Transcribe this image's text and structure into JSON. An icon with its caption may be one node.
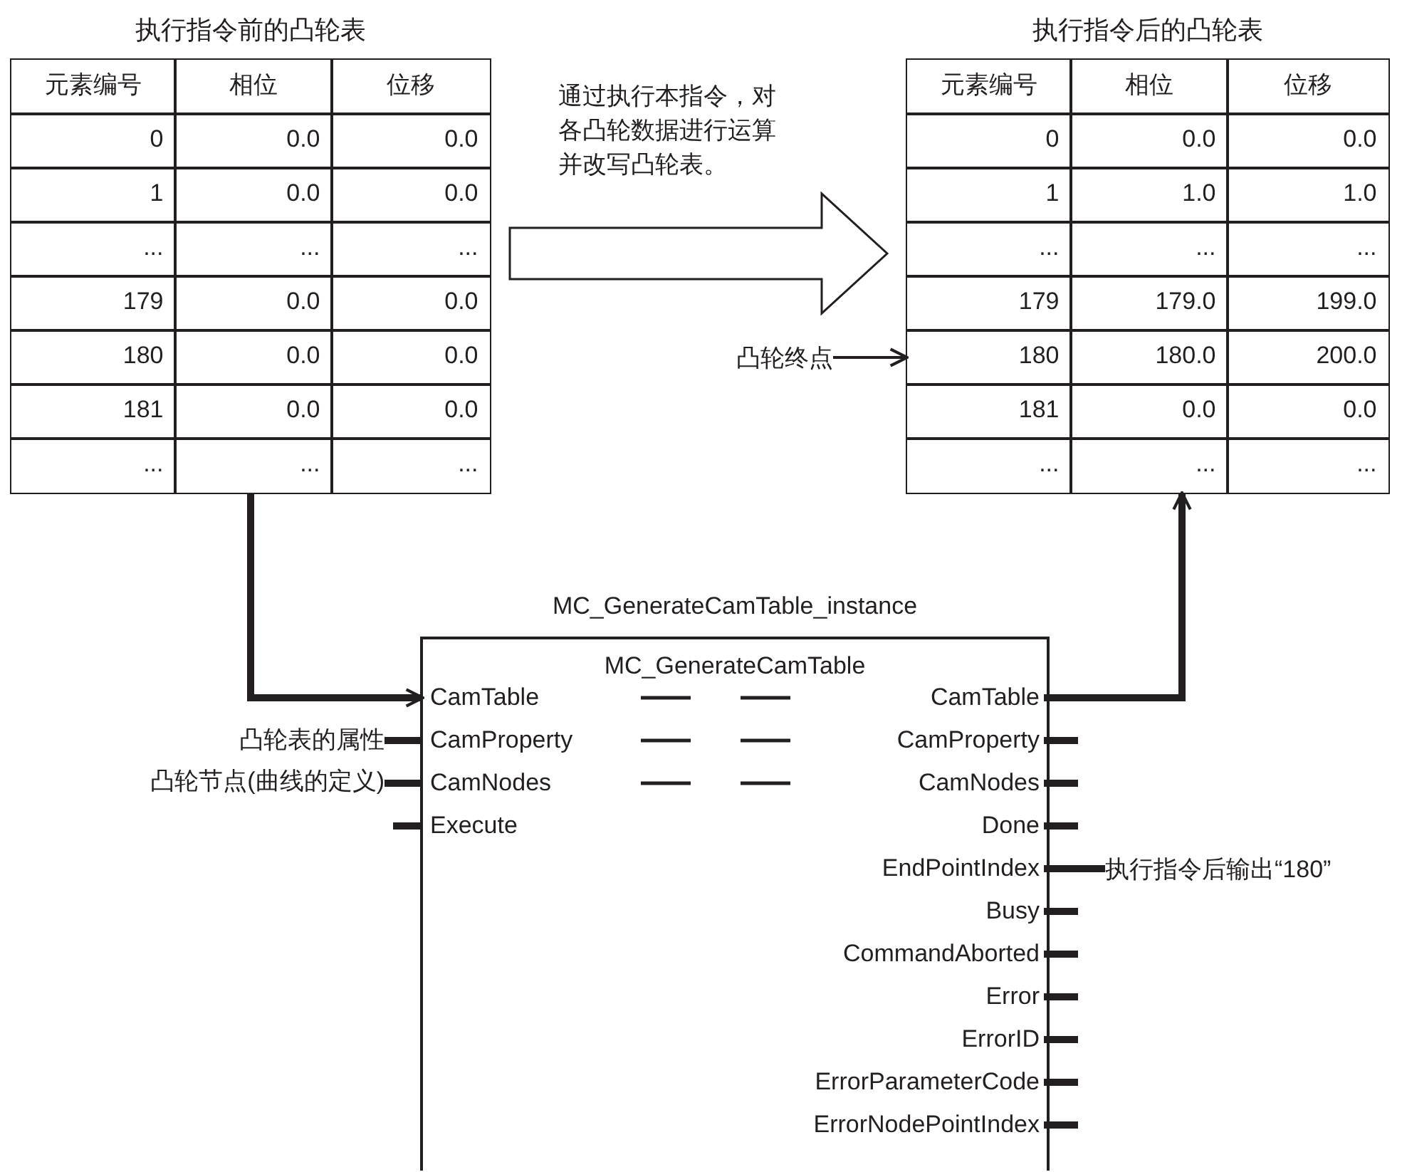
{
  "diagram": {
    "nodes": [
      {
        "text": [
          "执行指令前的凸轮表",
          "元素编号",
          "相位",
          "位移",
          "0",
          "0.0",
          "0.0",
          "1",
          "0.0",
          "0.0",
          "...",
          "...",
          "...",
          "179",
          "0.0",
          "0.0",
          "180",
          "0.0",
          "0.0",
          "181",
          "0.0",
          "0.0",
          "...",
          "...",
          "..."
        ]
      },
      {
        "text": [
          "执行指令后的凸轮表",
          "元素编号",
          "相位",
          "位移",
          "0",
          "0.0",
          "0.0",
          "1",
          "1.0",
          "1.0",
          "...",
          "...",
          "...",
          "179",
          "179.0",
          "199.0",
          "180",
          "180.0",
          "200.0",
          "181",
          "0.0",
          "0.0",
          "...",
          "...",
          "..."
        ]
      },
      {
        "text": [
          "凸轮终点"
        ]
      },
      {
        "text": [
          "MC_GenerateCamTable_instance",
          "MC_GenerateCamTable"
        ]
      },
      {
        "text": [
          "凸轮表的属性"
        ]
      },
      {
        "text": [
          "凸轮节点(曲线的定义)"
        ]
      },
      {
        "text": [
          "CamTable"
        ],
        "in": 3
      },
      {
        "text": [
          "CamProperty"
        ],
        "in": 3
      },
      {
        "text": [
          "CamNodes"
        ],
        "in": 3
      },
      {
        "text": [
          "Execute"
        ],
        "in": 3
      },
      {
        "text": [
          "CamTable"
        ],
        "in": 3
      },
      {
        "text": [
          "CamProperty"
        ],
        "in": 3
      },
      {
        "text": [
          "CamNodes"
        ],
        "in": 3
      },
      {
        "text": [
          "Done"
        ],
        "in": 3
      },
      {
        "text": [
          "EndPointIndex"
        ],
        "in": 3
      },
      {
        "text": [
          "Busy"
        ],
        "in": 3
      },
      {
        "text": [
          "CommandAborted"
        ],
        "in": 3
      },
      {
        "text": [
          "Error"
        ],
        "in": 3
      },
      {
        "text": [
          "ErrorID"
        ],
        "in": 3
      },
      {
        "text": [
          "ErrorParameterCode"
        ],
        "in": 3
      },
      {
        "text": [
          "ErrorNodePointIndex"
        ],
        "in": 3
      },
      {
        "text": [
          "执行指令后输出“180”"
        ]
      }
    ],
    "edges": [
      {
        "from": 0,
        "to": 1,
        "arrow": "to",
        "label": "通过执行本指令，对各凸轮数据进行运算并改写凸轮表。"
      },
      {
        "from": 0,
        "to": 6,
        "arrow": "to"
      },
      {
        "from": 10,
        "to": 1,
        "arrow": "to"
      },
      {
        "from": 2,
        "to": 1,
        "arrow": "to"
      },
      {
        "from": 4,
        "to": 7,
        "arrow": "none"
      },
      {
        "from": 5,
        "to": 8,
        "arrow": "none"
      },
      {
        "from": null,
        "to": 9,
        "arrow": "none"
      },
      {
        "from": 11,
        "to": null,
        "arrow": "none"
      },
      {
        "from": 12,
        "to": null,
        "arrow": "none"
      },
      {
        "from": 13,
        "to": null,
        "arrow": "none"
      },
      {
        "from": 14,
        "to": 21,
        "arrow": "none"
      },
      {
        "from": 15,
        "to": null,
        "arrow": "none"
      },
      {
        "from": 16,
        "to": null,
        "arrow": "none"
      },
      {
        "from": 17,
        "to": null,
        "arrow": "none"
      },
      {
        "from": 18,
        "to": null,
        "arrow": "none"
      },
      {
        "from": 19,
        "to": null,
        "arrow": "none"
      },
      {
        "from": 20,
        "to": null,
        "arrow": "none"
      }
    ]
  }
}
